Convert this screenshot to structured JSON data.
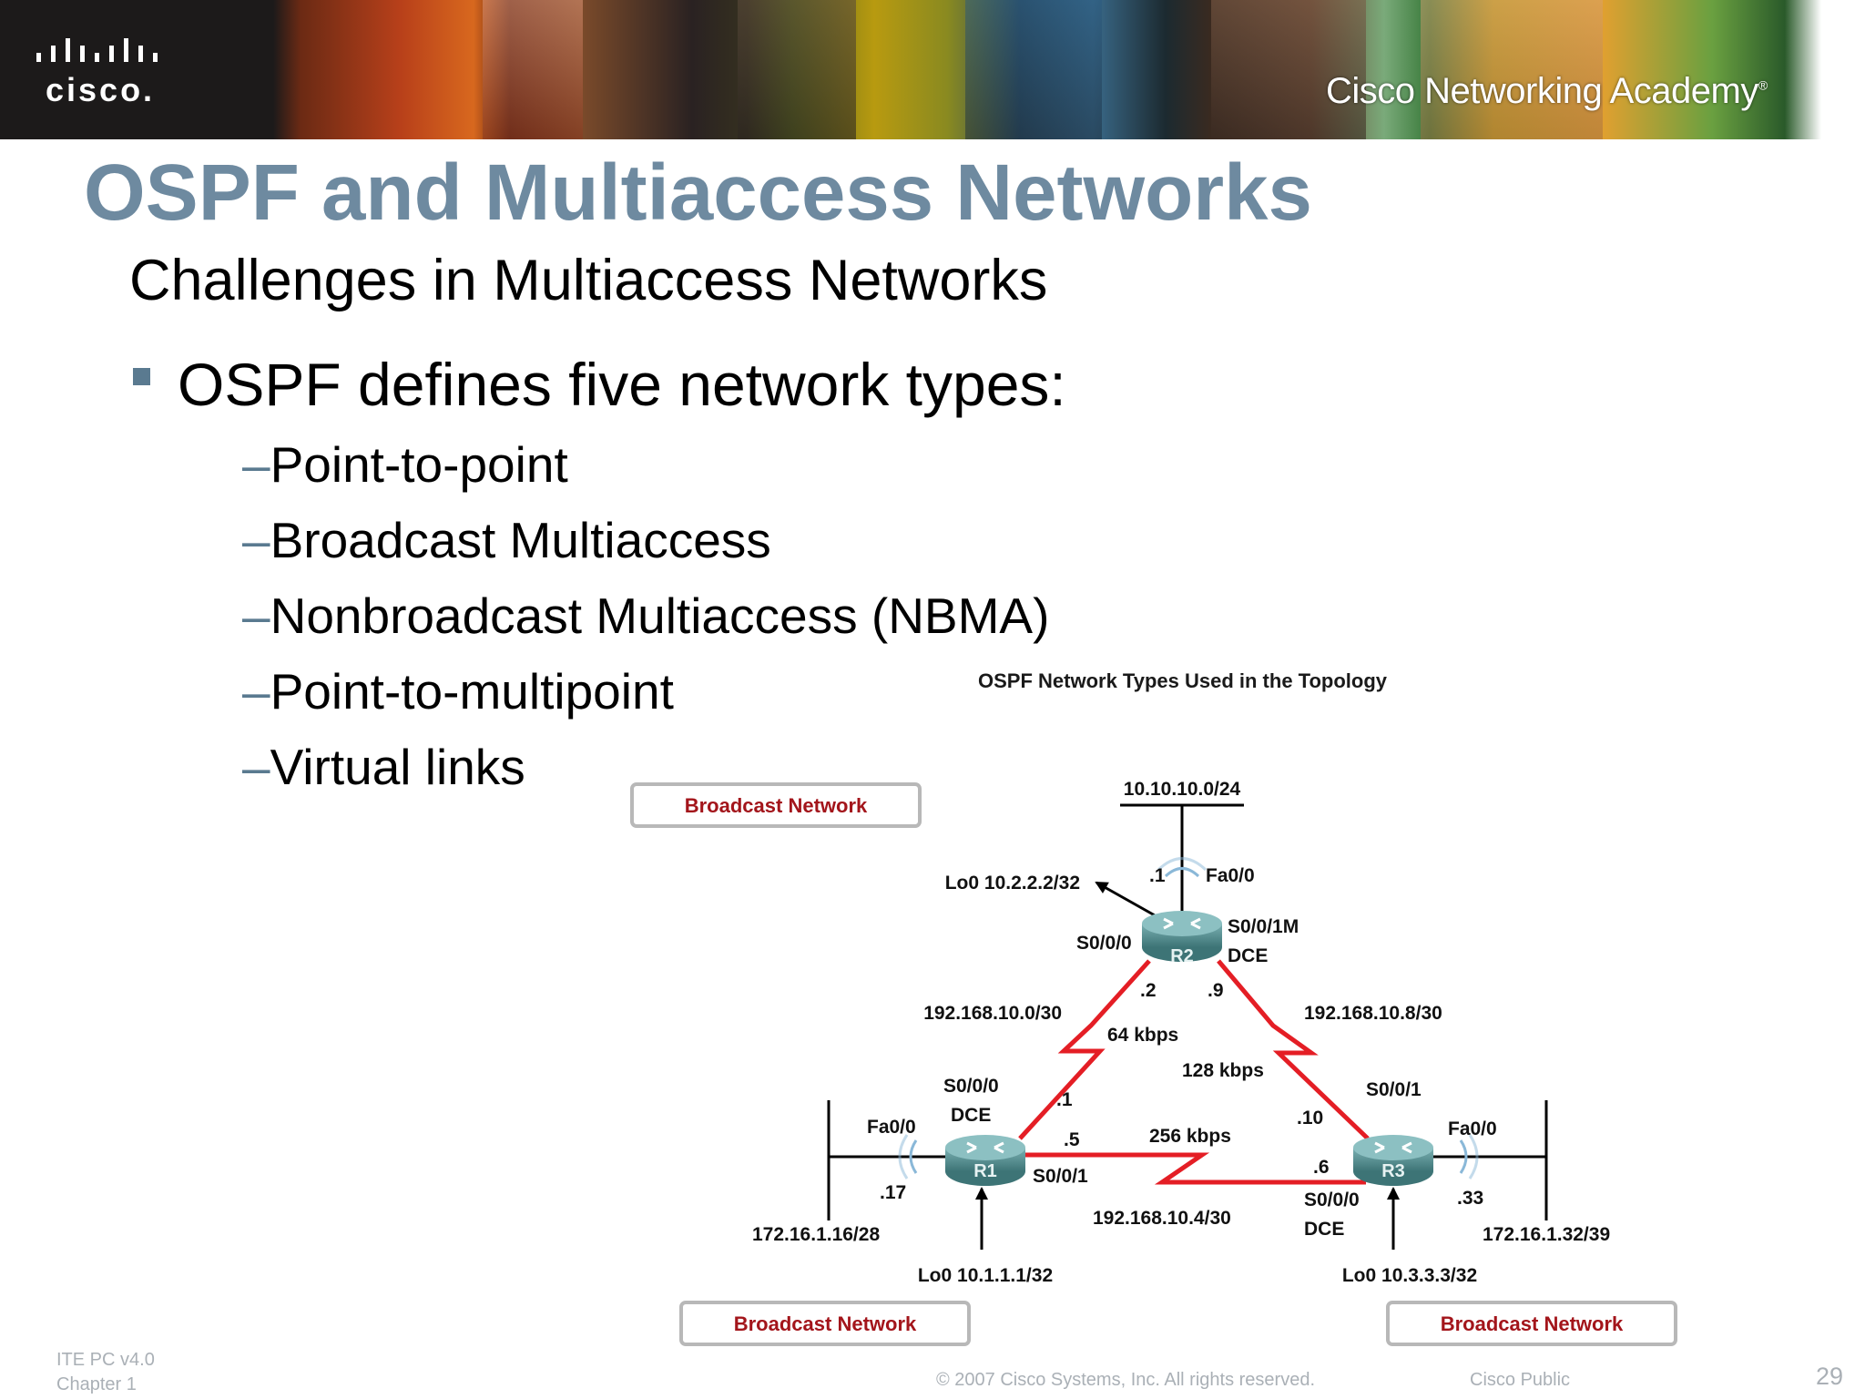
{
  "header": {
    "logo_text": "cisco.",
    "academy_text": "Cisco Networking Academy",
    "academy_mark": "®"
  },
  "slide": {
    "title": "OSPF and Multiaccess Networks",
    "subtitle": "Challenges in Multiaccess Networks",
    "bullet": "OSPF defines five network types:",
    "sub_items": [
      "Point-to-point",
      "Broadcast Multiaccess",
      "Nonbroadcast Multiaccess (NBMA)",
      "Point-to-multipoint",
      "Virtual links"
    ]
  },
  "diagram": {
    "caption": "OSPF Network Types Used in the Topology",
    "broadcast_top": "Broadcast Network",
    "broadcast_left": "Broadcast Network",
    "broadcast_right": "Broadcast Network",
    "r2": {
      "name": "R2",
      "lan": "10.10.10.0/24",
      "lan_host": ".1",
      "fa": "Fa0/0",
      "loopback": "Lo0 10.2.2.2/32",
      "s000": "S0/0/0",
      "s001": "S0/0/1M",
      "dce": "DCE",
      "ip_left": ".2",
      "ip_right": ".9"
    },
    "r1": {
      "name": "R1",
      "s000": "S0/0/0",
      "dce": "DCE",
      "ip_s000": ".1",
      "ip_s001": ".5",
      "s001": "S0/0/1",
      "fa": "Fa0/0",
      "fa_ip": ".17",
      "lan": "172.16.1.16/28",
      "loopback": "Lo0 10.1.1.1/32"
    },
    "r3": {
      "name": "R3",
      "s001": "S0/0/1",
      "ip_s001": ".10",
      "ip_s000": ".6",
      "s000": "S0/0/0",
      "dce": "DCE",
      "fa": "Fa0/0",
      "fa_ip": ".33",
      "lan": "172.16.1.32/39",
      "loopback": "Lo0 10.3.3.3/32"
    },
    "links": {
      "left_net": "192.168.10.0/30",
      "left_bw": "64 kbps",
      "right_net": "192.168.10.8/30",
      "right_bw": "128 kbps",
      "bottom_bw": "256 kbps",
      "bottom_net": "192.168.10.4/30"
    },
    "colors": {
      "serial_link": "#e41e25",
      "router": "#4a8a8c",
      "box_text": "#a3151b"
    }
  },
  "footer": {
    "course": "ITE PC v4.0",
    "chapter": "Chapter 1",
    "copyright": "© 2007 Cisco Systems, Inc. All rights reserved.",
    "public": "Cisco Public",
    "page": "29"
  }
}
